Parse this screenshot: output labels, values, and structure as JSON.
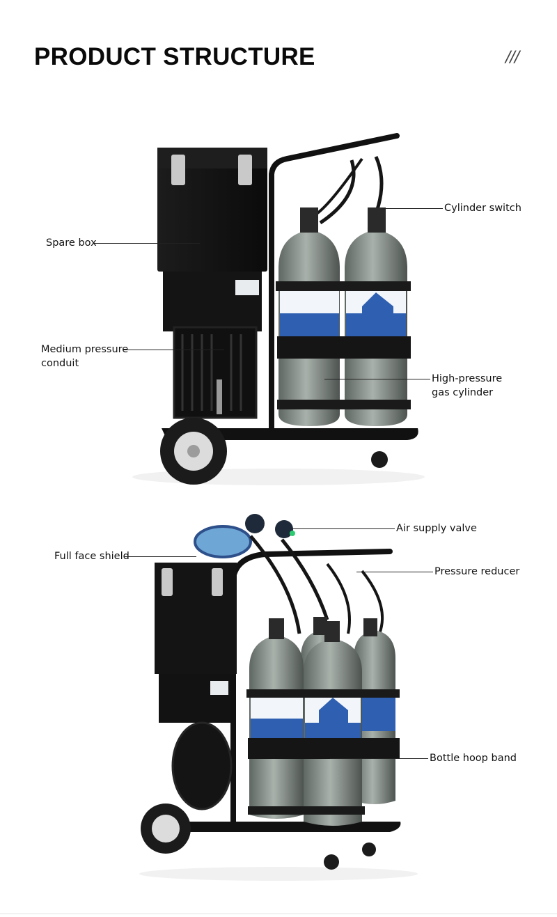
{
  "header": {
    "title": "PRODUCT STRUCTURE",
    "decoration": "///"
  },
  "figure1": {
    "labels": {
      "spare_box": "Spare box",
      "medium_pressure_line1": "Medium pressure",
      "medium_pressure_line2": "conduit",
      "cylinder_switch": "Cylinder switch",
      "high_pressure_line1": "High-pressure",
      "high_pressure_line2": "gas cylinder"
    }
  },
  "figure2": {
    "labels": {
      "air_supply_valve": "Air supply valve",
      "full_face_shield": "Full face shield",
      "pressure_reducer": "Pressure reducer",
      "bottle_hoop_band": "Bottle hoop band"
    }
  }
}
